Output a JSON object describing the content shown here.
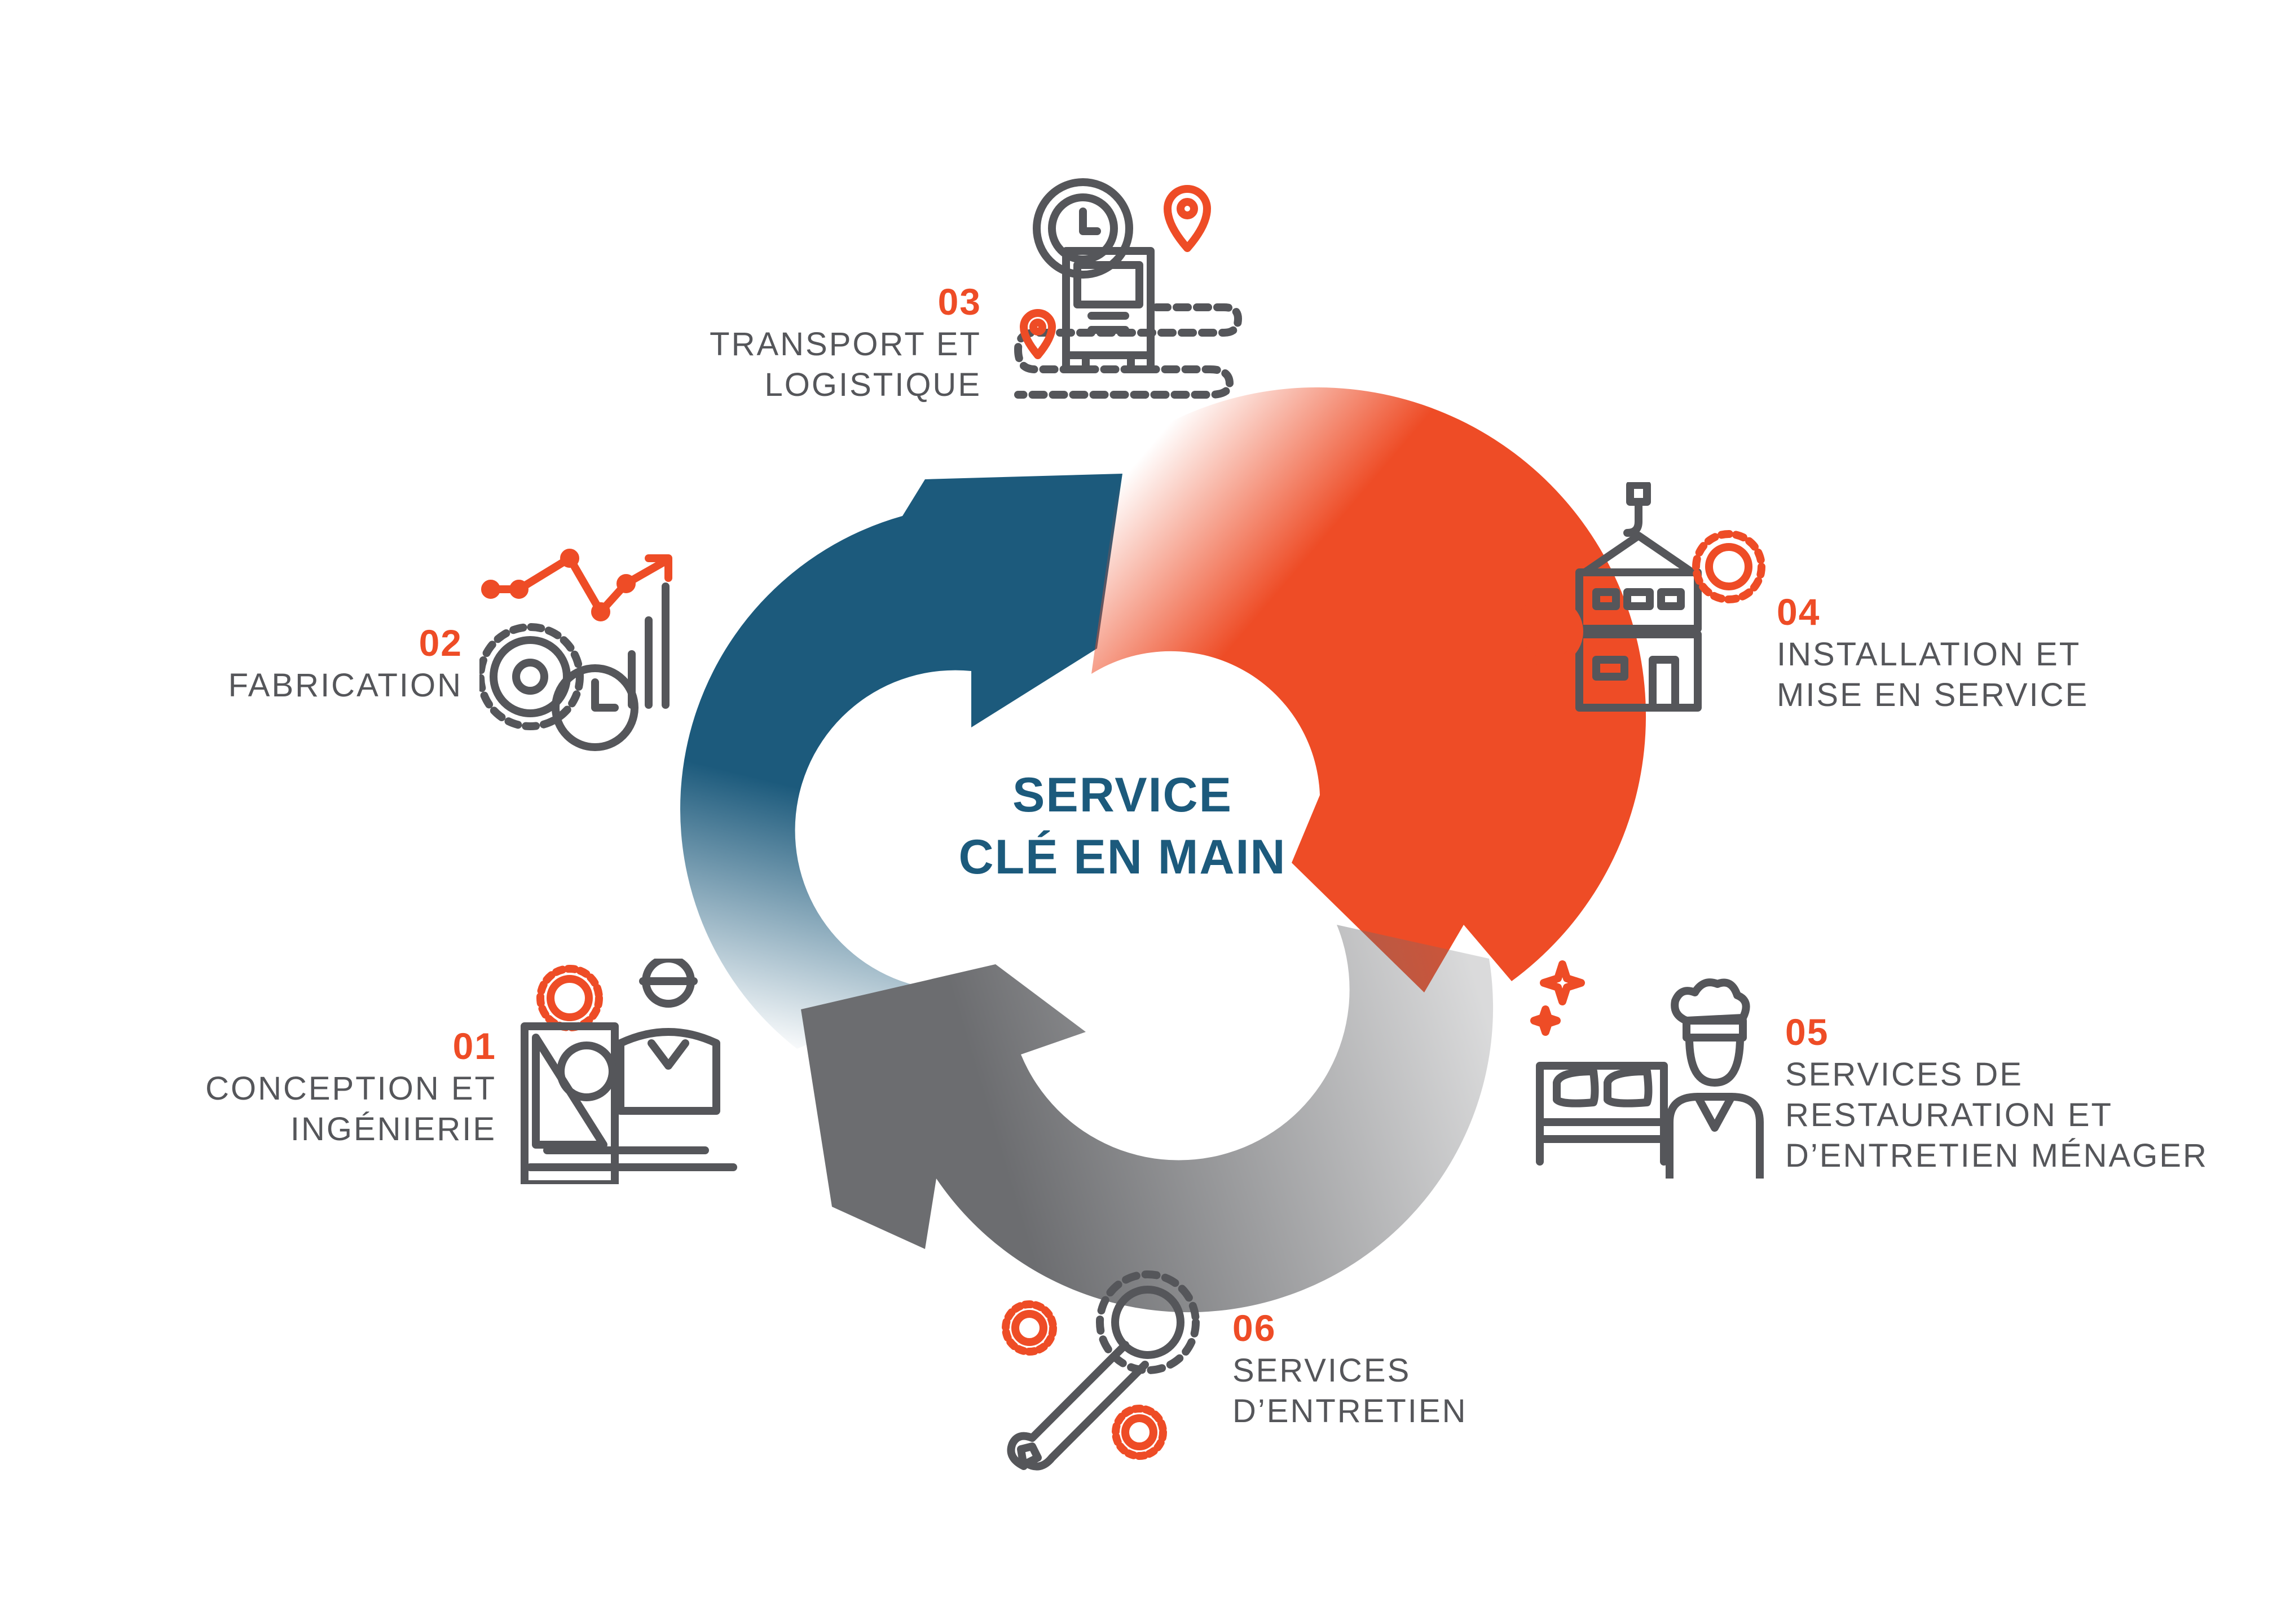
{
  "center": {
    "line1": "SERVICE",
    "line2": "CLÉ EN MAIN"
  },
  "steps": [
    {
      "number": "01",
      "lines": [
        "CONCEPTION ET",
        "INGÉNIERIE"
      ],
      "icon": "engineer-blueprint-icon"
    },
    {
      "number": "02",
      "lines": [
        "FABRICATION"
      ],
      "icon": "gears-chart-icon"
    },
    {
      "number": "03",
      "lines": [
        "TRANSPORT ET",
        "LOGISTIQUE"
      ],
      "icon": "truck-location-icon"
    },
    {
      "number": "04",
      "lines": [
        "INSTALLATION ET",
        "MISE EN SERVICE"
      ],
      "icon": "crane-building-icon"
    },
    {
      "number": "05",
      "lines": [
        "SERVICES DE",
        "RESTAURATION ET",
        "D’ENTRETIEN MÉNAGER"
      ],
      "icon": "bed-chef-icon"
    },
    {
      "number": "06",
      "lines": [
        "SERVICES",
        "D’ENTRETIEN"
      ],
      "icon": "wrench-gear-icon"
    }
  ],
  "colors": {
    "blue": "#1c5a7c",
    "orange": "#ee4c26",
    "gray": "#6c6d70",
    "icon_gray": "#55565a",
    "text_gray": "#55565a"
  }
}
